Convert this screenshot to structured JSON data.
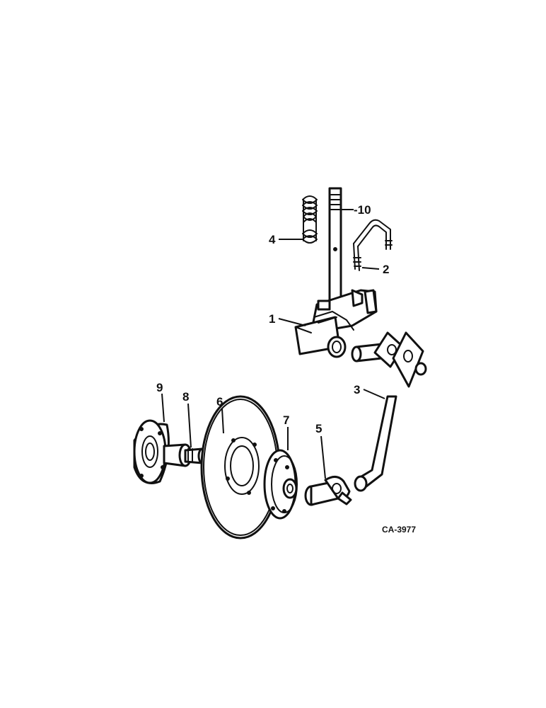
{
  "callouts": {
    "c1": "1",
    "c2": "2",
    "c3": "3",
    "c4": "4",
    "c5": "5",
    "c6": "6",
    "c7": "7",
    "c8": "8",
    "c9": "9",
    "c10": "-10"
  },
  "drawing_code": "CA-3977",
  "colors": {
    "ink": "#111111",
    "paper": "#ffffff"
  }
}
